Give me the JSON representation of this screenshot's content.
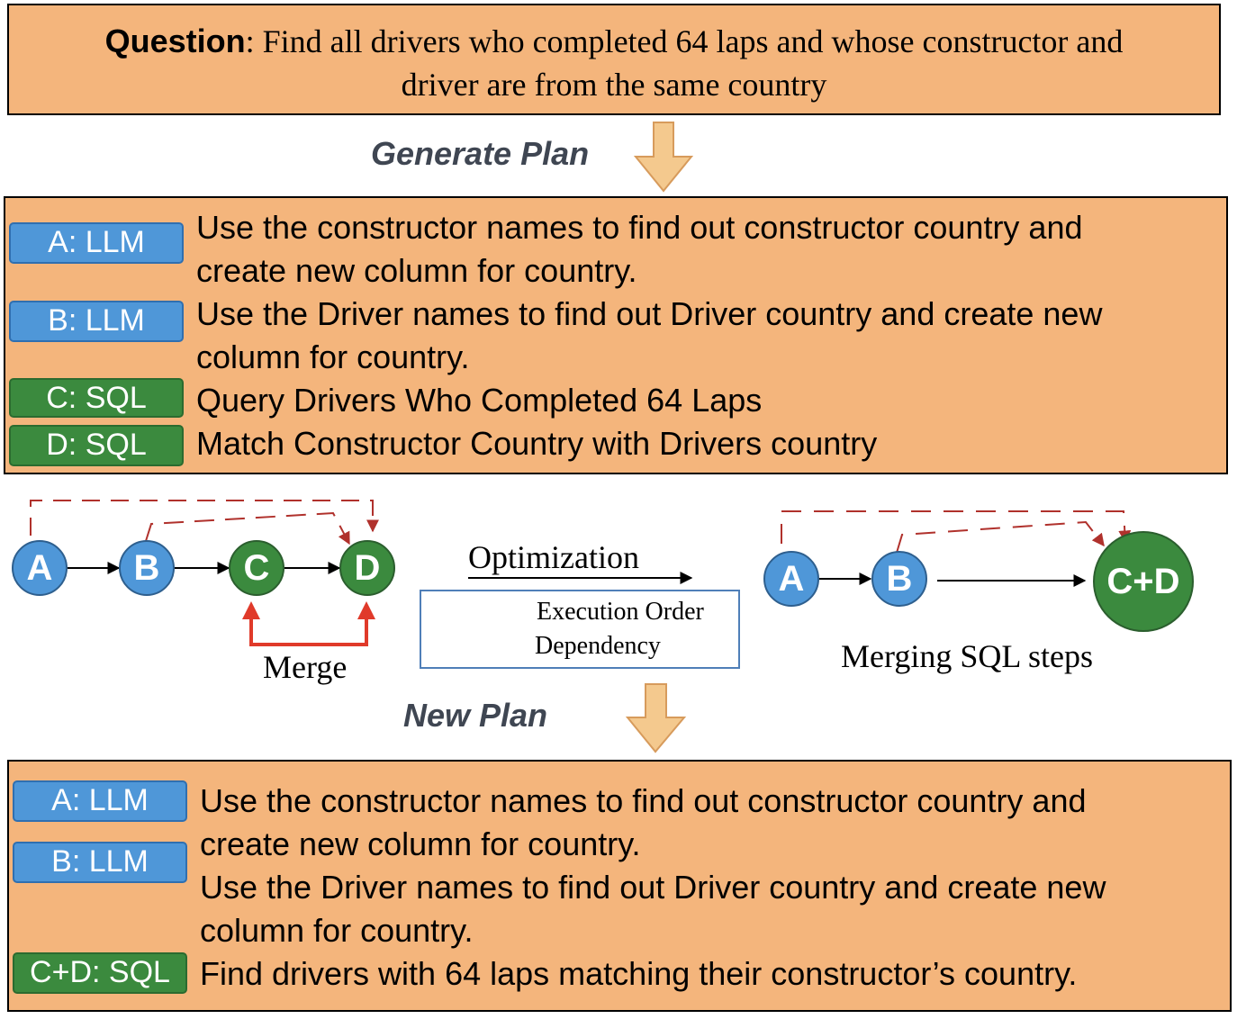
{
  "question": {
    "label": "Question",
    "sep": ": ",
    "text_line1": "Find all drivers who completed 64 laps and whose constructor and",
    "text_line2": "driver are from the same country"
  },
  "generate_plan": "Generate Plan",
  "plan": {
    "tags": [
      "A: LLM",
      "B: LLM",
      "C: SQL",
      "D: SQL"
    ],
    "lines": [
      "Use the constructor names to find out constructor country and",
      "create new column for country.",
      "Use the Driver names to find out Driver country and create new",
      "column for country.",
      "Query Drivers Who Completed 64 Laps",
      "Match Constructor Country with Drivers country"
    ]
  },
  "graph_before": {
    "nodes": [
      "A",
      "B",
      "C",
      "D"
    ],
    "merge_label": "Merge"
  },
  "optimization_label": "Optimization",
  "legend": {
    "execution": "Execution Order",
    "dependency": "Dependency"
  },
  "graph_after": {
    "nodes": [
      "A",
      "B",
      "C+D"
    ],
    "caption": "Merging SQL steps"
  },
  "new_plan_heading": "New Plan",
  "new_plan": {
    "tags": [
      "A: LLM",
      "B: LLM",
      "C+D: SQL"
    ],
    "lines": [
      "Use the constructor names to find out constructor country and",
      "create new column for country.",
      "Use the Driver names to find out Driver country and create new",
      "column for country.",
      "Find drivers with 64 laps matching their constructor’s country."
    ]
  },
  "colors": {
    "box_fill": "#f4b57c",
    "llm": "#4f97d8",
    "sql": "#3b8a3e",
    "dependency": "#b0312c",
    "merge": "#e03a2a",
    "arrow_fill": "#f4c98e"
  }
}
